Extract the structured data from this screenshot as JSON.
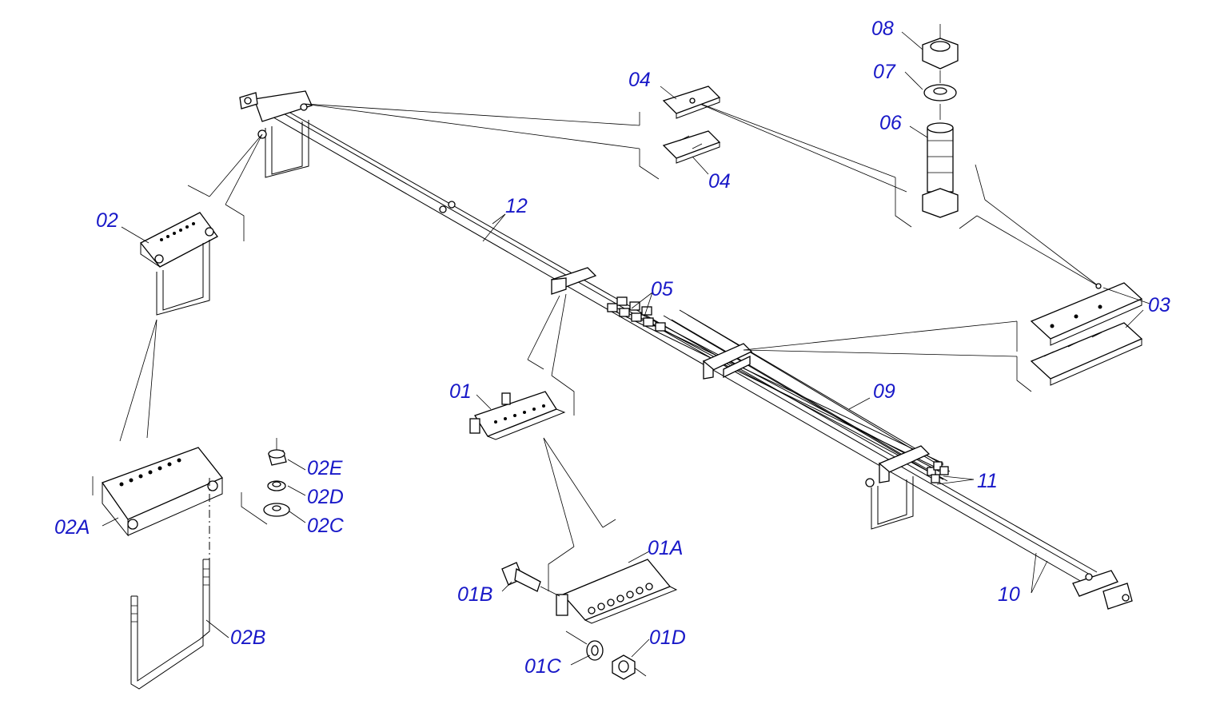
{
  "labels": {
    "l01": "01",
    "l01A": "01A",
    "l01B": "01B",
    "l01C": "01C",
    "l01D": "01D",
    "l02": "02",
    "l02A": "02A",
    "l02B": "02B",
    "l02C": "02C",
    "l02D": "02D",
    "l02E": "02E",
    "l03": "03",
    "l04a": "04",
    "l04b": "04",
    "l05": "05",
    "l06": "06",
    "l07": "07",
    "l08": "08",
    "l09": "09",
    "l10": "10",
    "l11": "11",
    "l12": "12"
  },
  "colors": {
    "label": "#1818c8",
    "line": "#000000",
    "background": "#ffffff"
  }
}
